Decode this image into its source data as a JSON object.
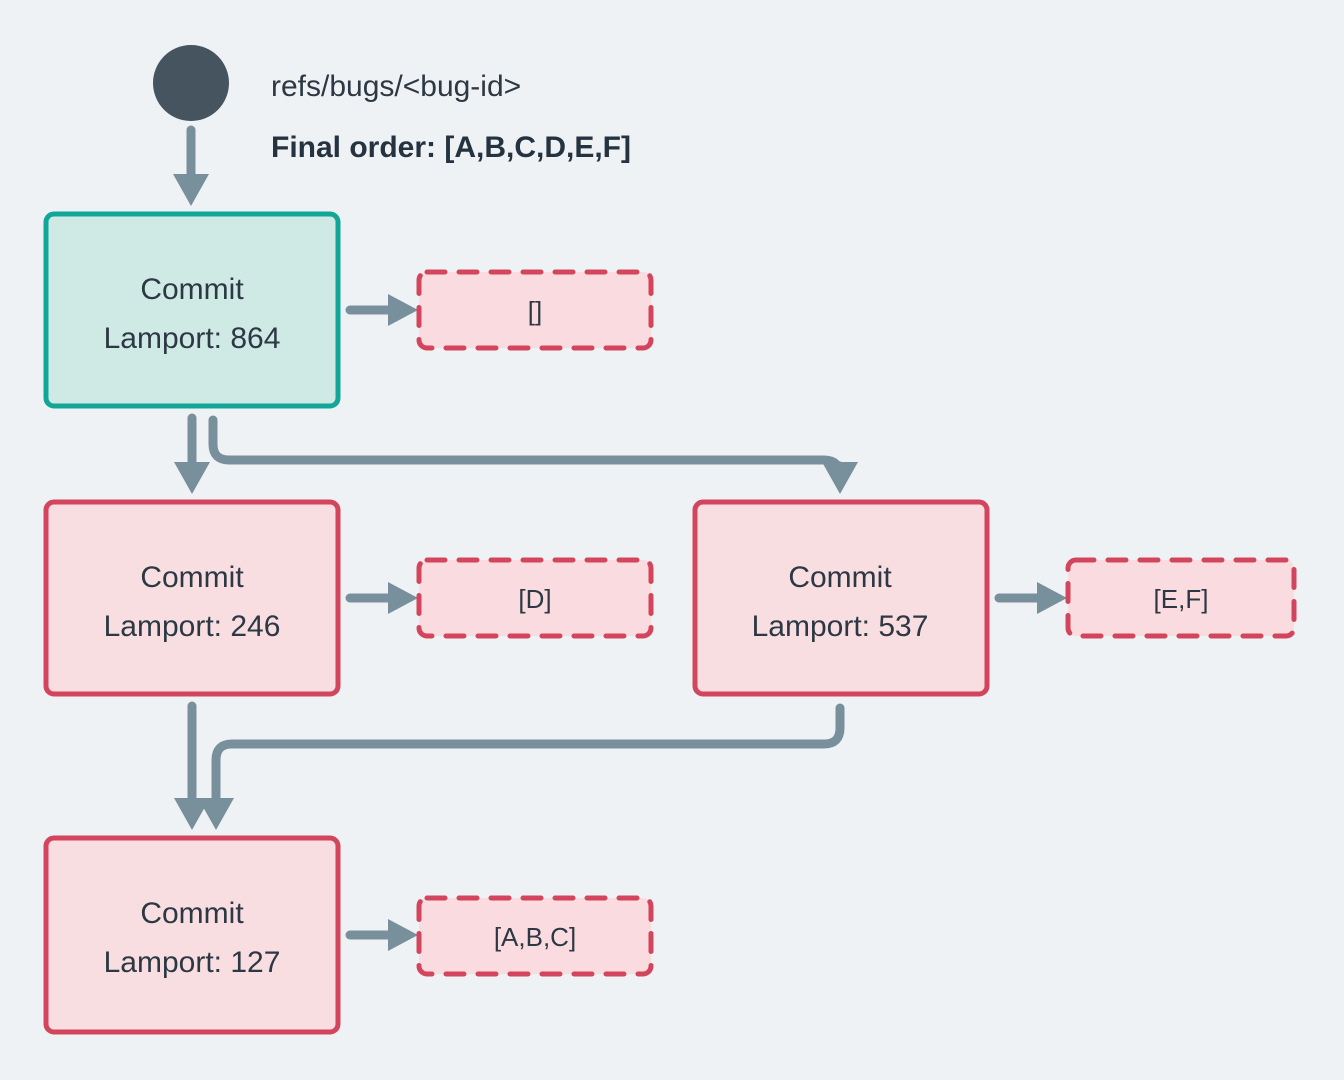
{
  "diagram": {
    "title_ref": "refs/bugs/<bug-id>",
    "final_order": "Final order: [A,B,C,D,E,F]",
    "background_color": "#eff2f5",
    "colors": {
      "head_node": "#46545f",
      "edge": "#78909c",
      "teal_border": "#11a698",
      "teal_fill": "#cfe9e5",
      "red_border": "#d2455c",
      "red_fill": "#f8dde1",
      "dashed_fill": "#fadbe0",
      "text": "#2c3843"
    },
    "head_node_name": "branch-head-node",
    "commits": [
      {
        "id": "commit-864",
        "title": "Commit",
        "lamport": "Lamport: 864",
        "style": "teal",
        "buffer": "[]",
        "buffer_name": "buffer-864"
      },
      {
        "id": "commit-246",
        "title": "Commit",
        "lamport": "Lamport: 246",
        "style": "red",
        "buffer": "[D]",
        "buffer_name": "buffer-246"
      },
      {
        "id": "commit-537",
        "title": "Commit",
        "lamport": "Lamport: 537",
        "style": "red",
        "buffer": "[E,F]",
        "buffer_name": "buffer-537"
      },
      {
        "id": "commit-127",
        "title": "Commit",
        "lamport": "Lamport: 127",
        "style": "red",
        "buffer": "[A,B,C]",
        "buffer_name": "buffer-127"
      }
    ],
    "edges": [
      {
        "name": "edge-head-to-864",
        "from": "branch-head",
        "to": "commit-864"
      },
      {
        "name": "edge-864-to-246",
        "from": "commit-864",
        "to": "commit-246"
      },
      {
        "name": "edge-864-to-537",
        "from": "commit-864",
        "to": "commit-537"
      },
      {
        "name": "edge-246-to-127",
        "from": "commit-246",
        "to": "commit-127"
      },
      {
        "name": "edge-537-to-127",
        "from": "commit-537",
        "to": "commit-127"
      },
      {
        "name": "edge-864-to-buffer",
        "from": "commit-864",
        "to": "buffer-864"
      },
      {
        "name": "edge-246-to-buffer",
        "from": "commit-246",
        "to": "buffer-246"
      },
      {
        "name": "edge-537-to-buffer",
        "from": "commit-537",
        "to": "buffer-537"
      },
      {
        "name": "edge-127-to-buffer",
        "from": "commit-127",
        "to": "buffer-127"
      }
    ]
  }
}
